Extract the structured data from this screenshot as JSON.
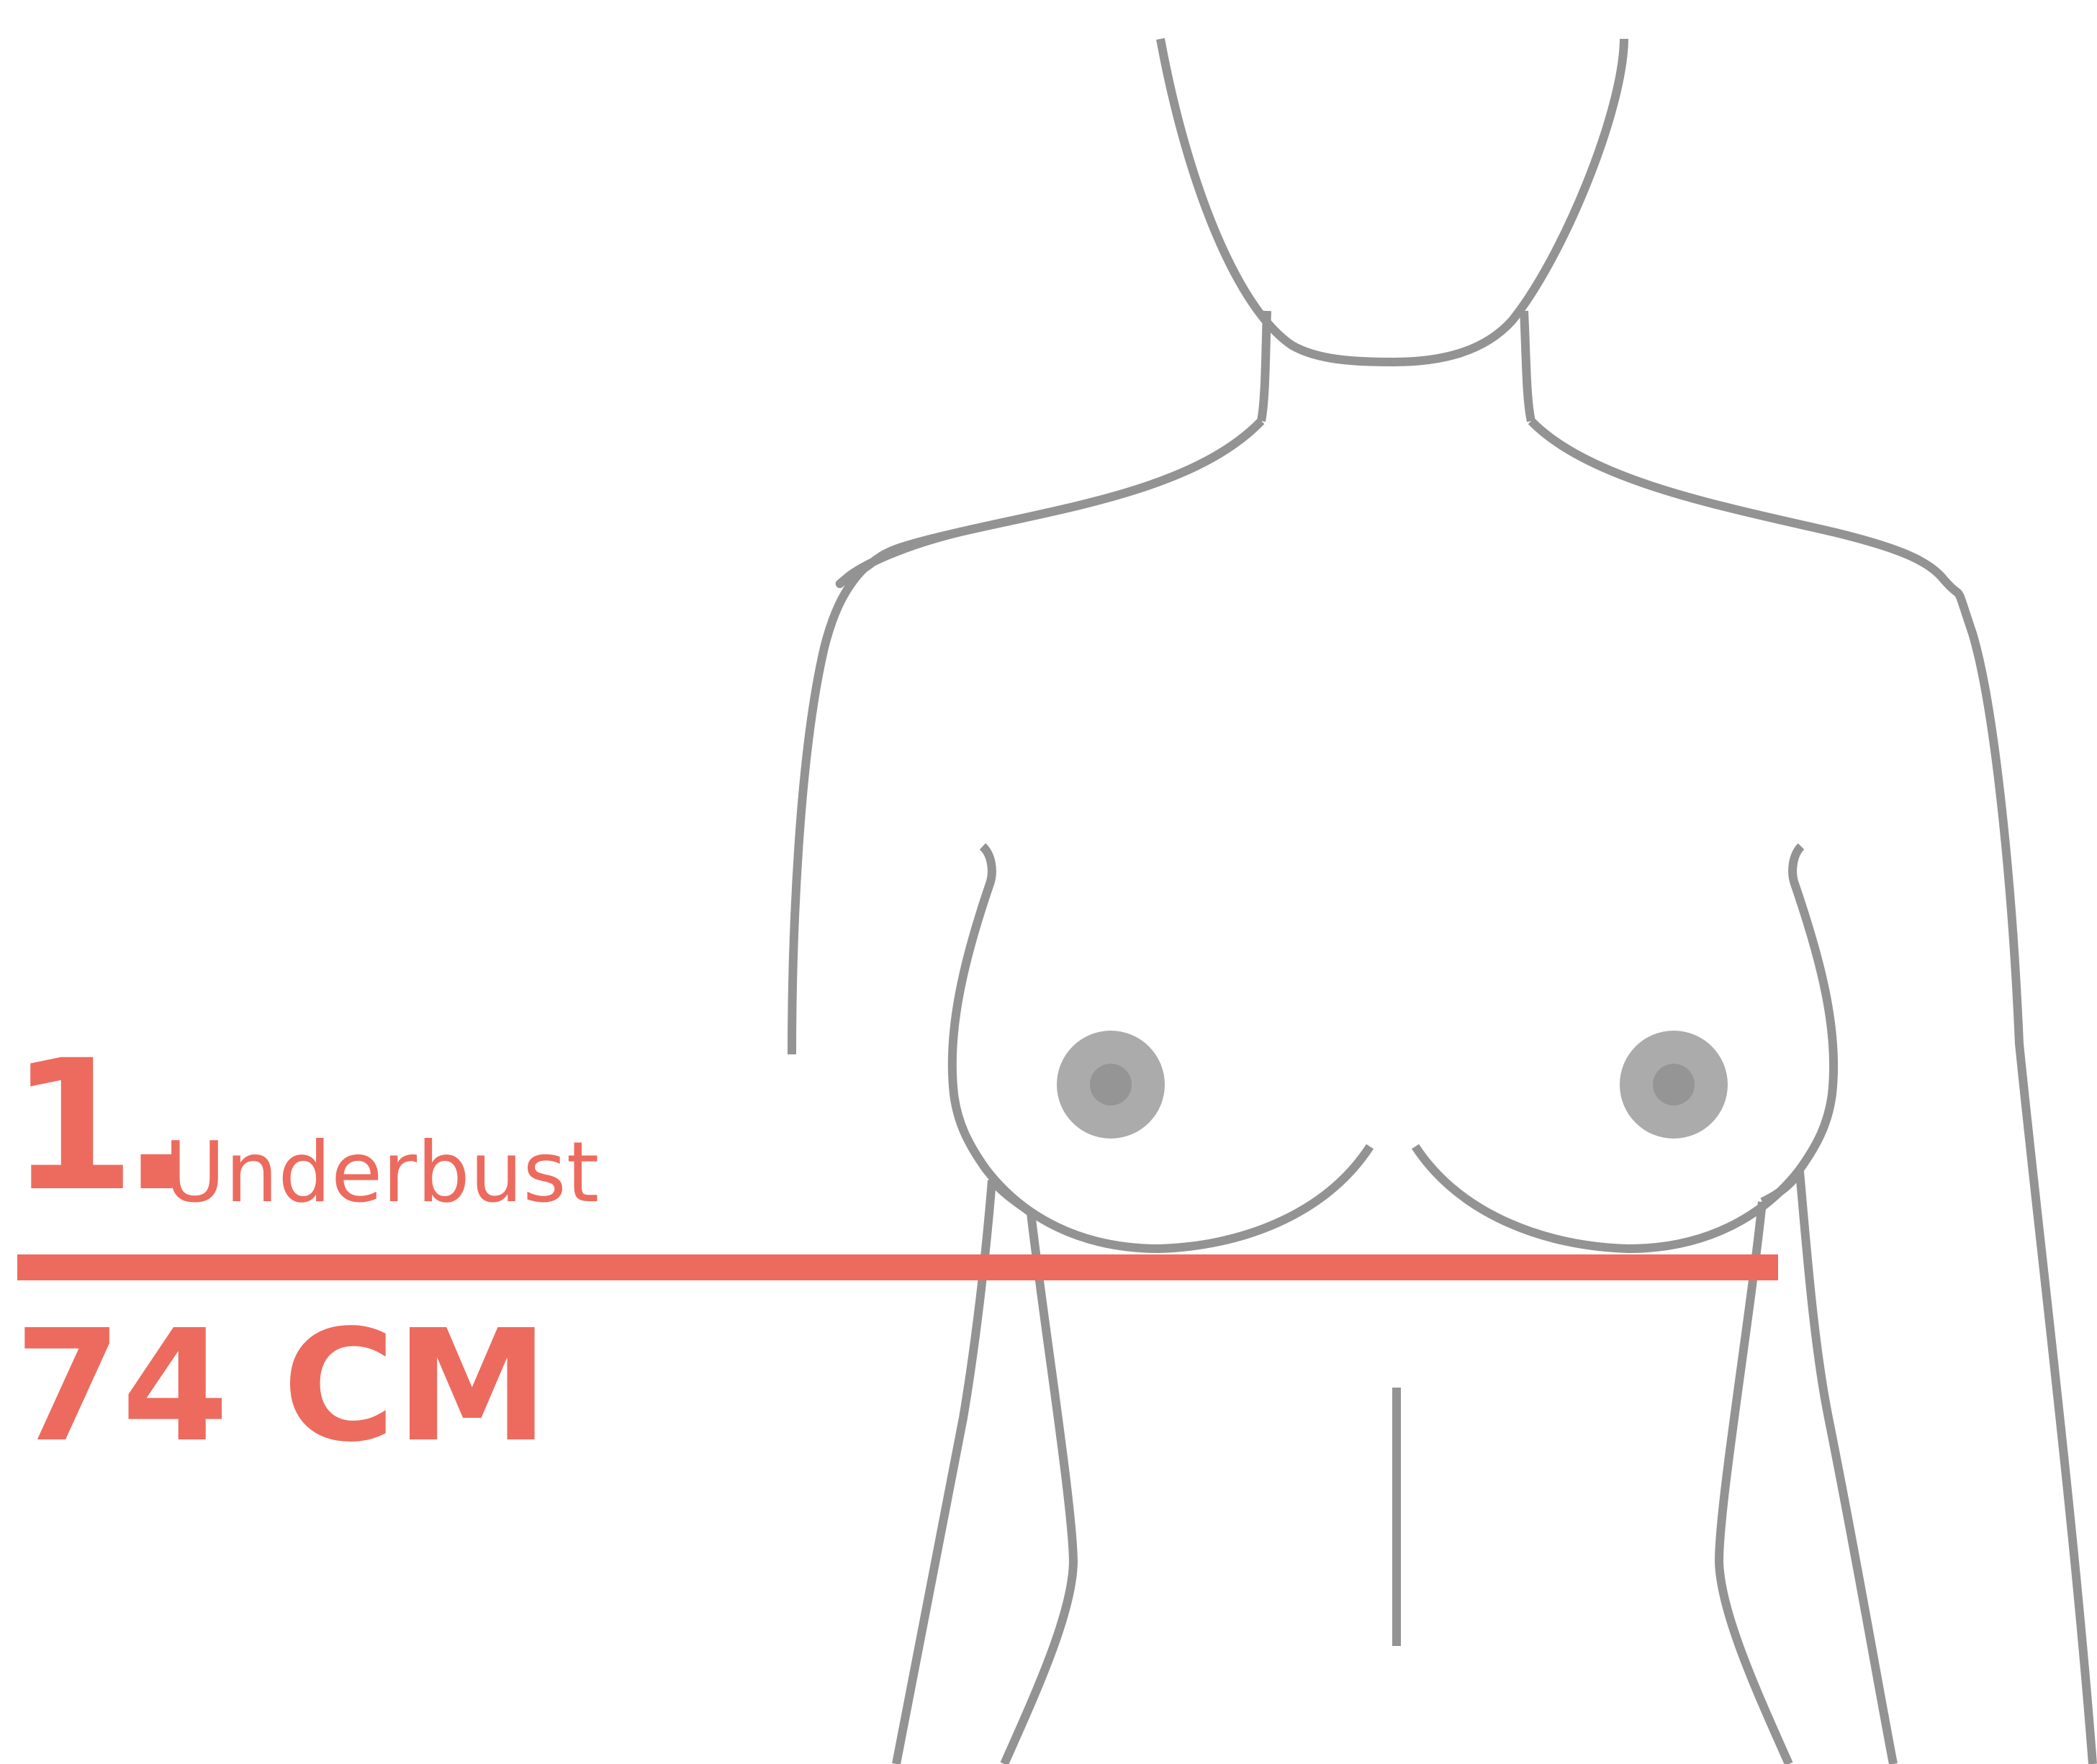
{
  "measurement": {
    "step_number": "1.",
    "label": "Underbust",
    "value": "74 CM"
  },
  "colors": {
    "accent": "#ec6b5e",
    "outline": "#939393",
    "areola": "#ababab",
    "nipple": "#959595",
    "background": "#ffffff"
  },
  "icons": [
    "torso-outline-illustration",
    "measurement-line"
  ]
}
